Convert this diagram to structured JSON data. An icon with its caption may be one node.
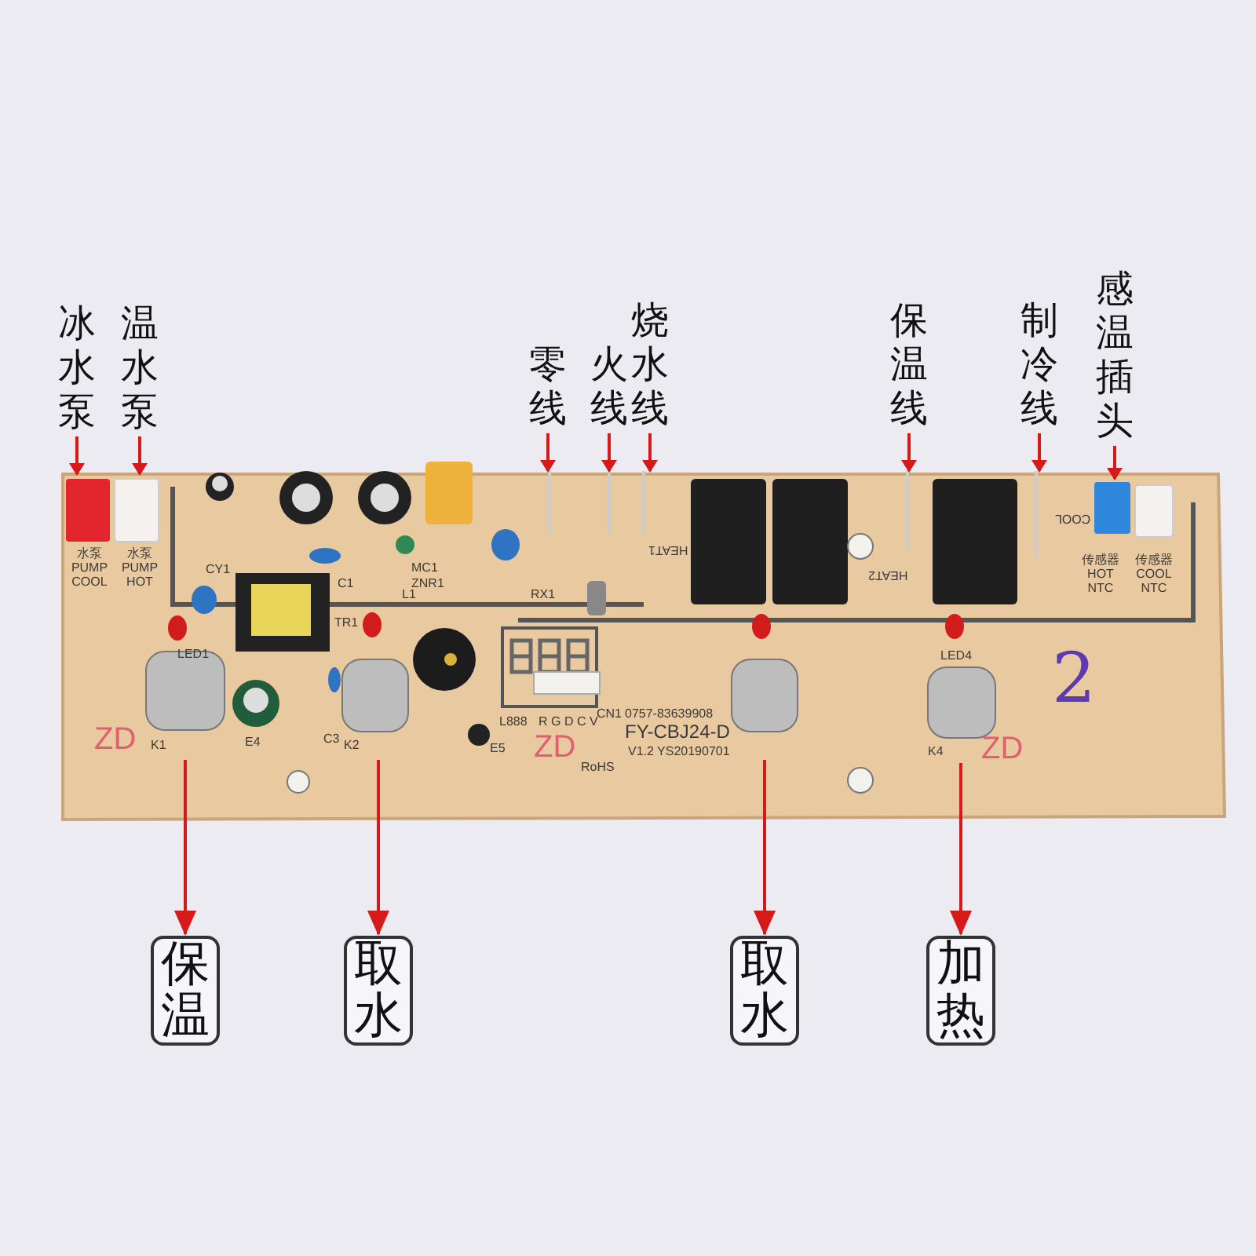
{
  "diagram": {
    "nodes": [
      {
        "text": [
          "冰水泵"
        ]
      },
      {
        "text": [
          "温水泵"
        ]
      },
      {
        "text": [
          "零线"
        ]
      },
      {
        "text": [
          "火线"
        ]
      },
      {
        "text": [
          "烧水线"
        ]
      },
      {
        "text": [
          "保温线"
        ]
      },
      {
        "text": [
          "制冷线"
        ]
      },
      {
        "text": [
          "感温插头"
        ]
      },
      {
        "text": [
          "保温"
        ]
      },
      {
        "text": [
          "取水"
        ]
      },
      {
        "text": [
          "取水"
        ]
      },
      {
        "text": [
          "加热"
        ]
      }
    ],
    "edges": [
      {
        "from": 0,
        "to": null,
        "arrow": "to"
      },
      {
        "from": 1,
        "to": null,
        "arrow": "to"
      },
      {
        "from": 2,
        "to": null,
        "arrow": "to"
      },
      {
        "from": 3,
        "to": null,
        "arrow": "to"
      },
      {
        "from": 4,
        "to": null,
        "arrow": "to"
      },
      {
        "from": 5,
        "to": null,
        "arrow": "to"
      },
      {
        "from": 6,
        "to": null,
        "arrow": "to"
      },
      {
        "from": 7,
        "to": null,
        "arrow": "to"
      },
      {
        "from": null,
        "to": 8,
        "arrow": "to"
      },
      {
        "from": null,
        "to": 9,
        "arrow": "to"
      },
      {
        "from": null,
        "to": 10,
        "arrow": "to"
      },
      {
        "from": null,
        "to": 11,
        "arrow": "to"
      }
    ],
    "labels": [
      "HEAT1",
      "HEAT2",
      "COOL",
      "水泵 PUMP COOL",
      "水泵 PUMP HOT",
      "传感器 HOT NTC",
      "传感器 COOL NTC",
      "CY1",
      "C1",
      "L1",
      "MC1",
      "ZNR1",
      "RX1",
      "TR1",
      "LED1",
      "LED4",
      "2",
      "L888",
      "R G D C V",
      "CN1",
      "0757-83639908",
      "FY-CBJ24-D",
      "V1.2 YS20190701",
      "ZD",
      "K1",
      "E4",
      "C3",
      "K2",
      "E5",
      "ZD",
      "RoHS",
      "K4",
      "ZD"
    ]
  }
}
